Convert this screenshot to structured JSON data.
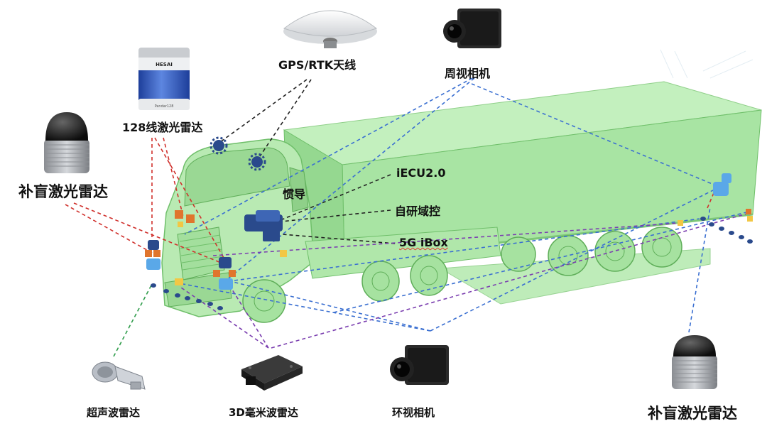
{
  "labels": {
    "gps_rtk": "GPS/RTK天线",
    "surround_camera": "周视相机",
    "lidar_128": "128线激光雷达",
    "blind_lidar_left": "补盲激光雷达",
    "inertial_nav": "惯导",
    "iecu": "iECU2.0",
    "domain_controller": "自研域控",
    "ibox_5g": "5G iBox",
    "ultrasonic_radar": "超声波雷达",
    "mmwave_radar": "3D毫米波雷达",
    "around_view_camera": "环视相机",
    "blind_lidar_right": "补盲激光雷达"
  },
  "product_text": {
    "hesai_brand": "HESAI",
    "hesai_model": "Pandar128"
  },
  "colors": {
    "truck_fill": "#a8e4a3",
    "truck_stroke": "#6fbf6a",
    "line_red": "#d0312d",
    "line_black": "#222222",
    "line_blue": "#3a6fd1",
    "line_purple": "#7b3fb0",
    "line_green": "#2e9c4a",
    "sensor_navy": "#2a4a8c",
    "sensor_orange": "#e0752d",
    "sensor_lightblue": "#5aa8e8",
    "sensor_yellow": "#f2c744"
  }
}
